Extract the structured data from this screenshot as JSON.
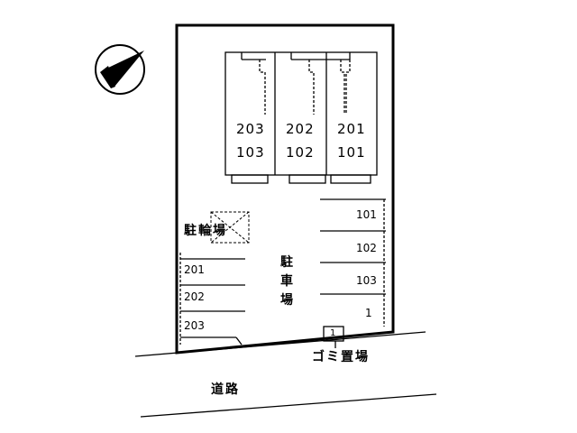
{
  "building": {
    "units": [
      {
        "upper": "203",
        "lower": "103"
      },
      {
        "upper": "202",
        "lower": "102"
      },
      {
        "upper": "201",
        "lower": "101"
      }
    ]
  },
  "bicycle_parking": {
    "label": "駐輪場"
  },
  "parking_lot": {
    "label_chars": [
      "駐",
      "車",
      "場"
    ],
    "right_spaces": [
      "101",
      "102",
      "103",
      "1"
    ],
    "left_spaces": [
      "201",
      "202",
      "203"
    ]
  },
  "garbage_area": {
    "label": "ゴミ置場",
    "marker": "1"
  },
  "road": {
    "label": "道路"
  },
  "compass": {
    "icon": "north-arrow-icon"
  }
}
